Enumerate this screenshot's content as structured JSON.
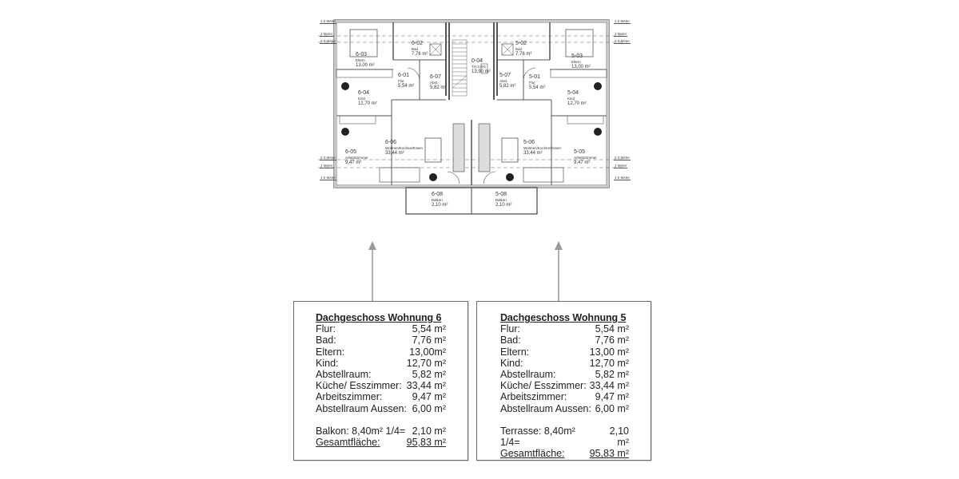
{
  "floorplan": {
    "dimension_labels_left": [
      "1.5 Meter",
      "2 Meter",
      "2.3 Meter"
    ],
    "dimension_labels_right_top": [
      "1.5 Meter",
      "2 Meter",
      "2.3 Meter"
    ],
    "dimension_labels_left_bottom": [
      "2.3 Meter",
      "2 Meter",
      "1.5 Meter"
    ],
    "dimension_labels_right_bottom": [
      "2.3 Meter",
      "2 Meter",
      "1.5 Meter"
    ],
    "rooms": {
      "r603": {
        "id": "6-03",
        "name": "Eltern",
        "area": "13,00 m²"
      },
      "r602": {
        "id": "6-02",
        "name": "Bad",
        "area": "7,76 m²"
      },
      "r601": {
        "id": "6-01",
        "name": "Flur",
        "area": "5,54 m²"
      },
      "r607": {
        "id": "6-07",
        "name": "Abst.",
        "area": "5,82 m²"
      },
      "r604": {
        "id": "6-04",
        "name": "Kind",
        "area": "12,70 m²"
      },
      "r606": {
        "id": "6-06",
        "name": "Wohnen/Kochen/Essen",
        "area": "33,44 m²"
      },
      "r605": {
        "id": "6-05",
        "name": "Arbeitszimmer",
        "area": "9,47 m²"
      },
      "r608": {
        "id": "6-08",
        "name": "Balkon",
        "area": "2,10 m²"
      },
      "r004": {
        "id": "0-04",
        "name": "TH 2.OG",
        "area": "13,90 m²"
      },
      "r502": {
        "id": "5-02",
        "name": "Bad",
        "area": "7,76 m²"
      },
      "r507": {
        "id": "5-07",
        "name": "Abst.",
        "area": "5,82 m²"
      },
      "r501": {
        "id": "5-01",
        "name": "Flur",
        "area": "5,54 m²"
      },
      "r503": {
        "id": "5-03",
        "name": "Eltern",
        "area": "13,00 m²"
      },
      "r504": {
        "id": "5-04",
        "name": "Kind",
        "area": "12,70 m²"
      },
      "r506": {
        "id": "5-06",
        "name": "Wohnen/Kochen/Essen",
        "area": "33,44 m²"
      },
      "r505": {
        "id": "5-05",
        "name": "Arbeitszimmer",
        "area": "9,47 m²"
      },
      "r508": {
        "id": "5-08",
        "name": "Balkon",
        "area": "2,10 m²"
      }
    }
  },
  "tables": [
    {
      "title": "Dachgeschoss Wohnung 6",
      "rows": [
        {
          "label": "Flur:",
          "value": "5,54 m²"
        },
        {
          "label": "Bad:",
          "value": "7,76 m²"
        },
        {
          "label": "Eltern:",
          "value": "13,00m²"
        },
        {
          "label": "Kind:",
          "value": "12,70 m²"
        },
        {
          "label": "Abstellraum:",
          "value": "5,82 m²"
        },
        {
          "label": "Küche/ Esszimmer:",
          "value": "33,44 m²"
        },
        {
          "label": "Arbeitszimmer:",
          "value": "9,47 m²"
        },
        {
          "label": "Abstellraum Aussen:",
          "value": "6,00 m²"
        }
      ],
      "extra": {
        "label": "Balkon: 8,40m²  1/4=",
        "value": "2,10 m²"
      },
      "total": {
        "label": "Gesamtfläche:",
        "value": "95,83 m²"
      }
    },
    {
      "title": "Dachgeschoss Wohnung 5",
      "rows": [
        {
          "label": "Flur:",
          "value": "5,54 m²"
        },
        {
          "label": "Bad:",
          "value": "7,76 m²"
        },
        {
          "label": "Eltern:",
          "value": "13,00 m²"
        },
        {
          "label": "Kind:",
          "value": "12,70 m²"
        },
        {
          "label": "Abstellraum:",
          "value": "5,82 m²"
        },
        {
          "label": "Küche/ Esszimmer:",
          "value": "33,44 m²"
        },
        {
          "label": "Arbeitszimmer:",
          "value": "9,47 m²"
        },
        {
          "label": "Abstellraum Aussen:",
          "value": "6,00 m²"
        }
      ],
      "extra": {
        "label": "Terrasse: 8,40m²  1/4=",
        "value": "2,10 m²"
      },
      "total": {
        "label": "Gesamtfläche:",
        "value": "95,83 m²"
      }
    }
  ],
  "colors": {
    "wall": "#555555",
    "wall_fill": "#c8c8c8",
    "arrow": "#a8a8a8",
    "box_border": "#6a6a6a"
  }
}
